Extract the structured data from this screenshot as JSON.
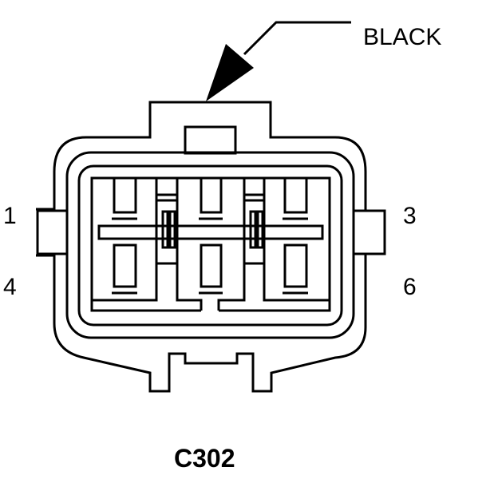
{
  "diagram": {
    "color_label": "BLACK",
    "pin_labels": {
      "top_left": "1",
      "top_right": "3",
      "bottom_left": "4",
      "bottom_right": "6"
    },
    "connector_id": "C302",
    "line_color": "#000000",
    "background": "#ffffff"
  }
}
